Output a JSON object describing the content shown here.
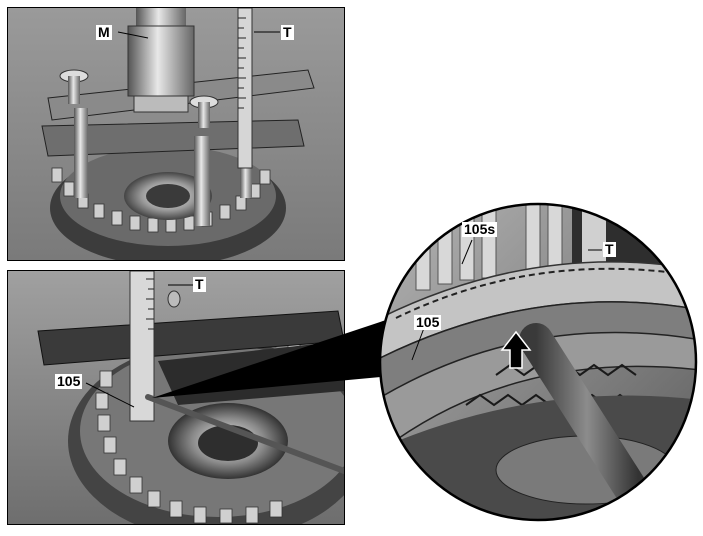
{
  "labels": {
    "top_m": "M",
    "top_t": "T",
    "bottom_t": "T",
    "bottom_105": "105",
    "zoom_105s": "105s",
    "zoom_t": "T",
    "zoom_105": "105"
  }
}
